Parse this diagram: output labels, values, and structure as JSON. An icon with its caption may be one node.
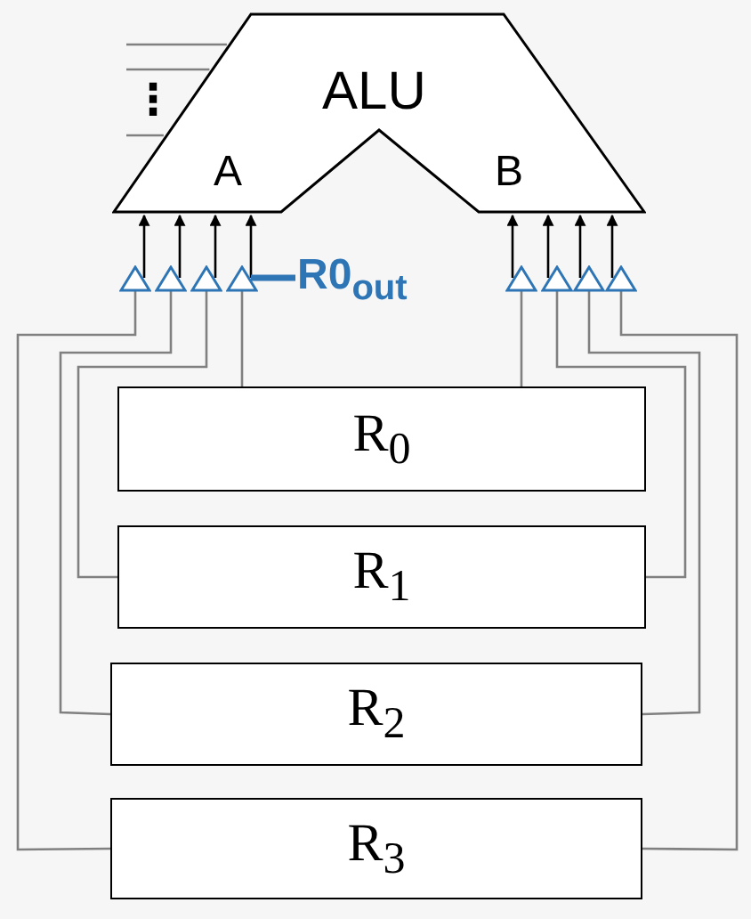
{
  "diagram": {
    "nodes": [
      {
        "text": [
          "ALU",
          "A",
          "B"
        ]
      },
      {
        "text": [],
        "shape": "triangle"
      },
      {
        "text": [],
        "shape": "triangle"
      },
      {
        "text": [],
        "shape": "triangle"
      },
      {
        "text": [],
        "shape": "triangle"
      },
      {
        "text": [],
        "shape": "triangle"
      },
      {
        "text": [],
        "shape": "triangle"
      },
      {
        "text": [],
        "shape": "triangle"
      },
      {
        "text": [],
        "shape": "triangle"
      },
      {
        "text": [
          "R0$_{out}$"
        ]
      },
      {
        "text": [
          "R$_{0}$"
        ]
      },
      {
        "text": [
          "R$_{1}$"
        ]
      },
      {
        "text": [
          "R$_{2}$"
        ]
      },
      {
        "text": [
          "R$_{3}$"
        ]
      }
    ],
    "edges": [
      {
        "from": null,
        "to": 0,
        "arrow": "none"
      },
      {
        "from": null,
        "to": 0,
        "arrow": "none"
      },
      {
        "from": null,
        "to": 0,
        "arrow": "none"
      },
      {
        "from": 1,
        "to": 0,
        "arrow": "to",
        "color": "#000000"
      },
      {
        "from": 2,
        "to": 0,
        "arrow": "to",
        "color": "#000000"
      },
      {
        "from": 3,
        "to": 0,
        "arrow": "to",
        "color": "#000000"
      },
      {
        "from": 4,
        "to": 0,
        "arrow": "to",
        "color": "#000000"
      },
      {
        "from": 5,
        "to": 0,
        "arrow": "to",
        "color": "#000000"
      },
      {
        "from": 6,
        "to": 0,
        "arrow": "to",
        "color": "#000000"
      },
      {
        "from": 7,
        "to": 0,
        "arrow": "to",
        "color": "#000000"
      },
      {
        "from": 8,
        "to": 0,
        "arrow": "to",
        "color": "#000000"
      },
      {
        "from": 9,
        "to": 4,
        "arrow": "none",
        "color": "#2e75b6",
        "style": "thick"
      },
      {
        "from": 10,
        "to": 4,
        "arrow": "none"
      },
      {
        "from": 11,
        "to": 3,
        "arrow": "none"
      },
      {
        "from": 12,
        "to": 2,
        "arrow": "none"
      },
      {
        "from": 13,
        "to": 1,
        "arrow": "none"
      },
      {
        "from": 10,
        "to": 5,
        "arrow": "none"
      },
      {
        "from": 11,
        "to": 6,
        "arrow": "none"
      },
      {
        "from": 12,
        "to": 7,
        "arrow": "none"
      },
      {
        "from": 13,
        "to": 8,
        "arrow": "none"
      }
    ],
    "labels": [
      "⋮"
    ]
  }
}
